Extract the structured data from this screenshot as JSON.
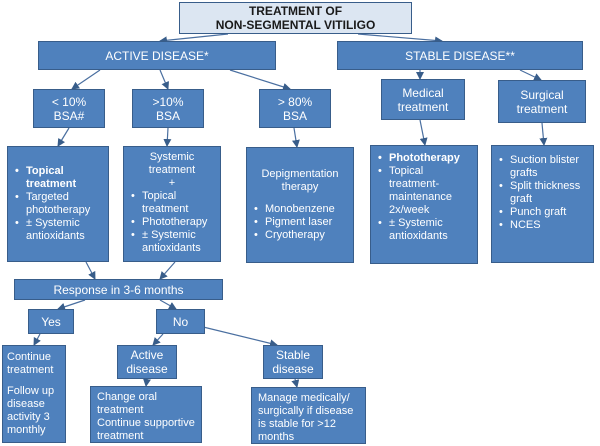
{
  "title": {
    "line1": "TREATMENT OF",
    "line2": "NON-SEGMENTAL VITILIGO"
  },
  "active": {
    "label": "ACTIVE DISEASE*"
  },
  "stable": {
    "label": "STABLE DISEASE**"
  },
  "bsa1": {
    "line1": "< 10%",
    "line2": "BSA#"
  },
  "bsa2": {
    "line1": ">10%",
    "line2": "BSA"
  },
  "bsa3": {
    "line1": "> 80%",
    "line2": "BSA"
  },
  "medical": {
    "line1": "Medical",
    "line2": "treatment"
  },
  "surgical": {
    "line1": "Surgical",
    "line2": "treatment"
  },
  "topical_box": {
    "items": [
      "Topical treatment",
      "Targeted phototherapy",
      "± Systemic antioxidants"
    ]
  },
  "systemic_box": {
    "head1": "Systemic",
    "head2": "treatment",
    "plus": "+",
    "items": [
      "Topical treatment",
      "Phototherapy",
      "± Systemic antioxidants"
    ]
  },
  "depig_box": {
    "head1": "Depigmentation",
    "head2": "therapy",
    "items": [
      "Monobenzene",
      "Pigment laser",
      "Cryotherapy"
    ]
  },
  "photo_box": {
    "items": [
      "Phototherapy",
      "Topical treatment-maintenance 2x/week",
      "± Systemic antioxidants"
    ]
  },
  "surg_box": {
    "items": [
      "Suction blister grafts",
      "Split thickness graft",
      "Punch graft",
      "NCES"
    ]
  },
  "response": {
    "label": "Response in 3-6 months"
  },
  "yes": {
    "label": "Yes"
  },
  "no": {
    "label": "No"
  },
  "cont_box": {
    "items": [
      "Continue treatment",
      "Follow up disease activity 3 monthly"
    ]
  },
  "active2": {
    "line1": "Active",
    "line2": "disease"
  },
  "stable2": {
    "line1": "Stable",
    "line2": "disease"
  },
  "oral_box": {
    "items": [
      "Change oral treatment",
      "Continue supportive treatment"
    ]
  },
  "manage_box": {
    "text": "Manage medically/ surgically if disease is stable for >12 months"
  },
  "colors": {
    "box_fill": "#4f81bd",
    "box_border": "#385d8a",
    "title_fill": "#dce6f2",
    "text": "#ffffff"
  }
}
